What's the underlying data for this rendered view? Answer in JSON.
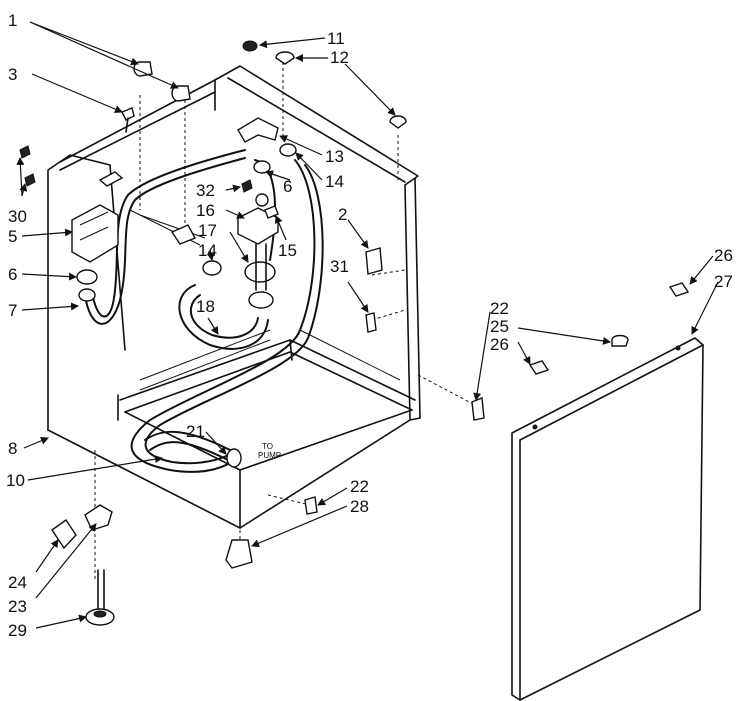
{
  "diagram": {
    "callouts": {
      "c1": "1",
      "c3": "3",
      "c11": "11",
      "c12": "12",
      "c13": "13",
      "c14a": "14",
      "c6a": "6",
      "c32": "32",
      "c16": "16",
      "c15": "15",
      "c17": "17",
      "c14b": "14",
      "c2": "2",
      "c31": "31",
      "c30": "30",
      "c5": "5",
      "c6b": "6",
      "c7": "7",
      "c18": "18",
      "c8": "8",
      "c21": "21",
      "c10": "10",
      "c22a": "22",
      "c28": "28",
      "c24": "24",
      "c23": "23",
      "c29": "29",
      "c22b": "22",
      "c25": "25",
      "c26a": "26",
      "c26b": "26",
      "c27": "27"
    },
    "notes": {
      "to": "TO",
      "pump": "PUMP"
    }
  }
}
